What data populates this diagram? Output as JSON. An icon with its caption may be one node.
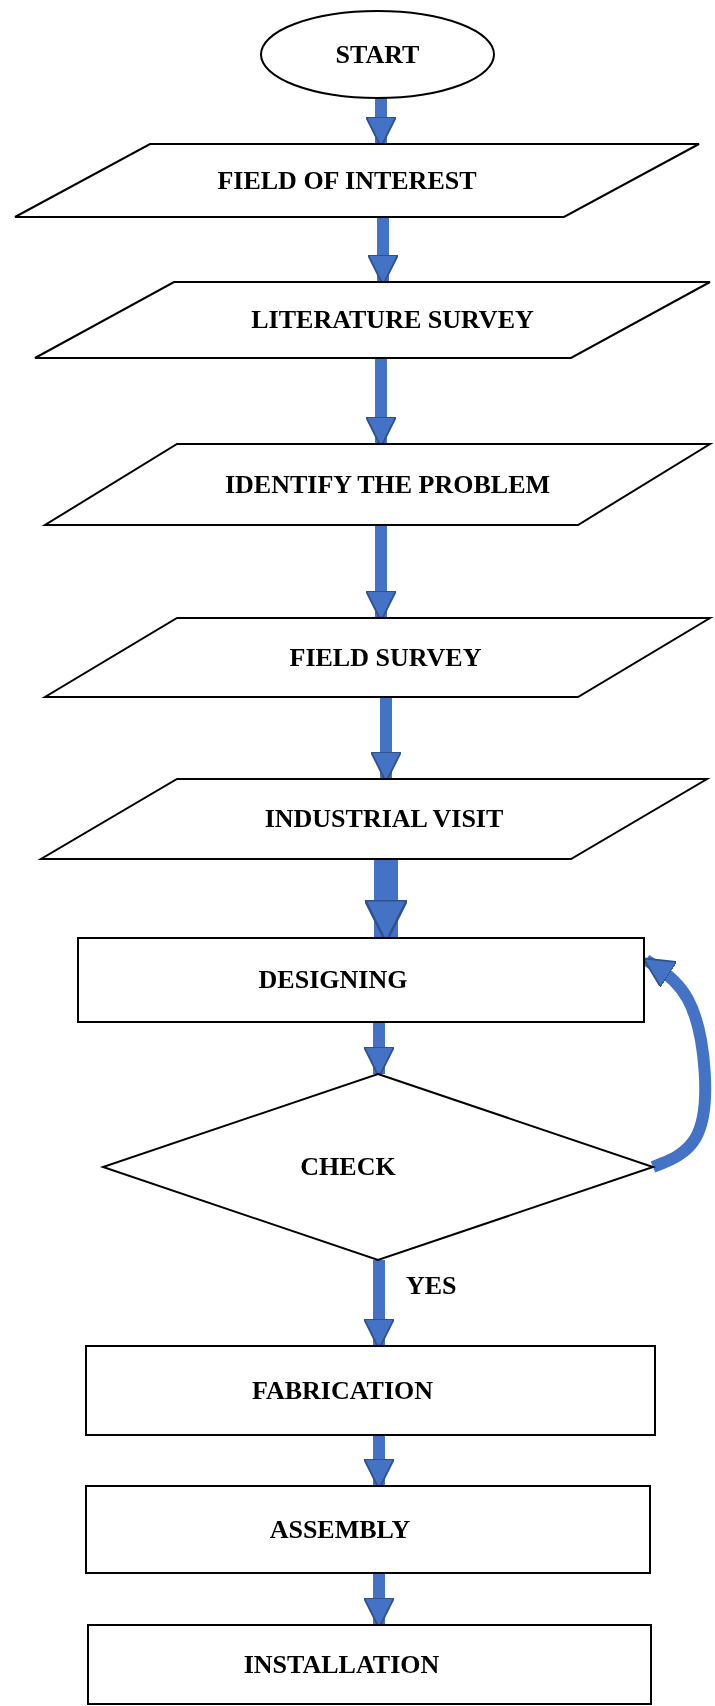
{
  "diagram": {
    "nodes": [
      {
        "text": [
          "START"
        ]
      },
      {
        "text": [
          "FIELD OF INTEREST"
        ]
      },
      {
        "text": [
          "LITERATURE SURVEY"
        ]
      },
      {
        "text": [
          "IDENTIFY THE PROBLEM"
        ]
      },
      {
        "text": [
          "FIELD SURVEY"
        ]
      },
      {
        "text": [
          "INDUSTRIAL VISIT"
        ]
      },
      {
        "text": [
          "DESIGNING"
        ]
      },
      {
        "text": [
          "CHECK"
        ]
      },
      {
        "text": [
          "FABRICATION"
        ]
      },
      {
        "text": [
          "ASSEMBLY"
        ]
      },
      {
        "text": [
          "INSTALLATION"
        ]
      }
    ],
    "edges": [
      {
        "from": 0,
        "to": 1,
        "arrow": "to"
      },
      {
        "from": 1,
        "to": 2,
        "arrow": "to"
      },
      {
        "from": 2,
        "to": 3,
        "arrow": "to"
      },
      {
        "from": 3,
        "to": 4,
        "arrow": "to"
      },
      {
        "from": 4,
        "to": 5,
        "arrow": "to"
      },
      {
        "from": 5,
        "to": 6,
        "arrow": "to",
        "style": "thick"
      },
      {
        "from": 6,
        "to": 7,
        "arrow": "to"
      },
      {
        "from": 7,
        "to": 6,
        "arrow": "to"
      },
      {
        "from": 7,
        "to": 8,
        "label": "YES",
        "arrow": "to"
      },
      {
        "from": 8,
        "to": 9,
        "arrow": "to"
      },
      {
        "from": 9,
        "to": 10,
        "arrow": "to"
      }
    ]
  }
}
